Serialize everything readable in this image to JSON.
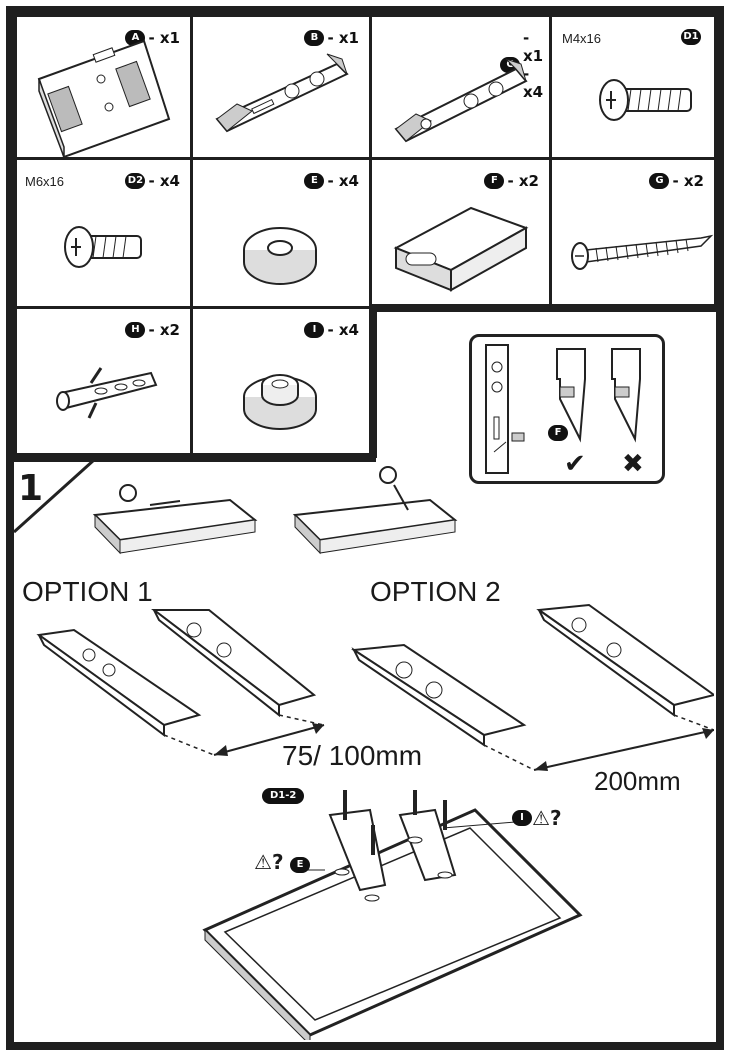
{
  "parts": [
    {
      "badge": "A",
      "qty": "- x1"
    },
    {
      "badge": "B",
      "qty": "- x1"
    },
    {
      "badge": "C",
      "qty": "- x1 - x4"
    },
    {
      "badge": "D1",
      "qty": "",
      "size": "M4x16"
    },
    {
      "badge": "D2",
      "qty": "- x4",
      "size": "M6x16"
    },
    {
      "badge": "E",
      "qty": "- x4"
    },
    {
      "badge": "F",
      "qty": "- x2"
    },
    {
      "badge": "G",
      "qty": "- x2"
    },
    {
      "badge": "H",
      "qty": "- x2"
    },
    {
      "badge": "I",
      "qty": "- x4"
    }
  ],
  "detail": {
    "badge": "F",
    "ok_icon": "check-icon",
    "bad_icon": "cross-icon"
  },
  "step": {
    "number": "1"
  },
  "options": {
    "option1": "OPTION 1",
    "option2": "OPTION 2",
    "dist1": "75/ 100mm",
    "dist2": "200mm"
  },
  "assembly": {
    "screw_badge": "D1-2",
    "washer_badge": "E",
    "spacer_badge": "I",
    "warning": "?"
  }
}
